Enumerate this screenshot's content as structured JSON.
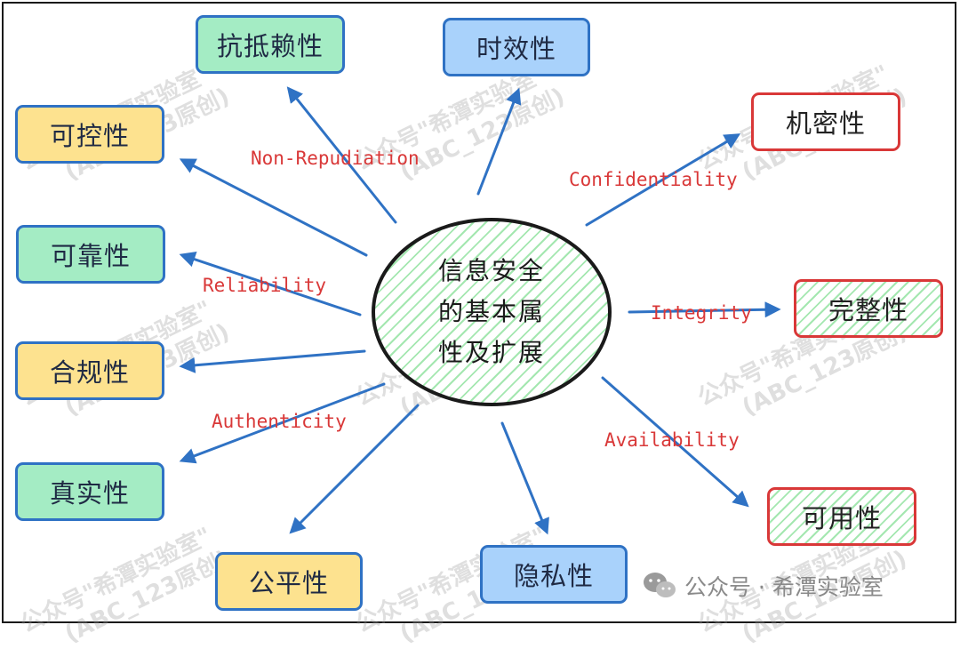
{
  "center": {
    "title": "信息安全的基本属性及扩展"
  },
  "nodes": {
    "kangdilaixing": "抗抵赖性",
    "shixiaoxing": "时效性",
    "kekongxing": "可控性",
    "kekaoxing": "可靠性",
    "heguixing": "合规性",
    "zhenshixing": "真实性",
    "gongpingxing": "公平性",
    "yinsixing": "隐私性",
    "jimixing": "机密性",
    "wanzhengxing": "完整性",
    "keyongxing": "可用性"
  },
  "labels": {
    "non_repudiation": "Non-Repudiation",
    "confidentiality": "Confidentiality",
    "reliability": "Reliability",
    "integrity": "Integrity",
    "authenticity": "Authenticity",
    "availability": "Availability"
  },
  "watermark": {
    "line1": "公众号\"希潭实验室\"",
    "line2": "(ABC_123原创)"
  },
  "brand": {
    "text": "公众号 · 希潭实验室",
    "icon": "wechat-icon"
  },
  "colors": {
    "yellow_fill": "#fde28f",
    "green_fill": "#a4ecc4",
    "blue_fill": "#a9d2fb",
    "blue_border": "#2f72c4",
    "red_border": "#d93838",
    "hatch": "#a4e7b0",
    "arrow": "#2f72c4",
    "label": "#d93838"
  }
}
